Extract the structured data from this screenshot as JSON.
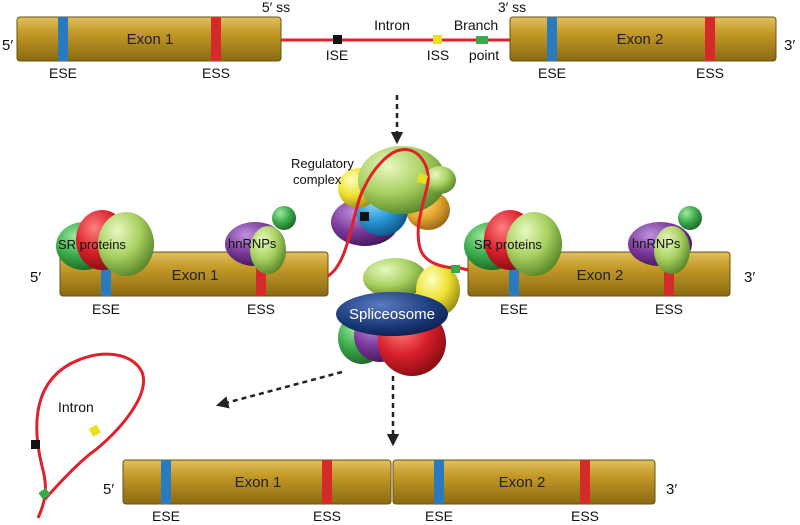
{
  "colors": {
    "exon_fill": "#b8901f",
    "exon_dark": "#8a6a10",
    "intron": "#e0202a",
    "ese": "#2a7ac0",
    "ess": "#d42a2a",
    "ise": "#111111",
    "iss": "#e8e020",
    "branch": "#3caa48",
    "sr_red": "#d8202a",
    "sr_green": "#9cc85a",
    "hn_purple": "#7a3a9a",
    "hn_green": "#5aaa5a",
    "splice_blue": "#1a3a7a",
    "arrow": "#222222"
  },
  "top": {
    "five_prime": "5′",
    "three_prime": "3′",
    "exon1": "Exon 1",
    "exon2": "Exon 2",
    "ese1": "ESE",
    "ess1": "ESS",
    "ese2": "ESE",
    "ess2": "ESS",
    "ss5": "5′ ss",
    "ss3": "3′ ss",
    "intron": "Intron",
    "ise": "ISE",
    "iss": "ISS",
    "branch_line1": "Branch",
    "branch_line2": "point"
  },
  "middle": {
    "five_prime": "5′",
    "three_prime": "3′",
    "exon1": "Exon 1",
    "exon2": "Exon 2",
    "ese1": "ESE",
    "ess1": "ESS",
    "ese2": "ESE",
    "ess2": "ESS",
    "sr1": "SR proteins",
    "hn1": "hnRNPs",
    "sr2": "SR proteins",
    "hn2": "hnRNPs",
    "reg_line1": "Regulatory",
    "reg_line2": "complex",
    "spliceosome": "Spliceosome"
  },
  "bottom": {
    "five_prime": "5′",
    "three_prime": "3′",
    "exon1": "Exon 1",
    "exon2": "Exon 2",
    "ese1": "ESE",
    "ess1": "ESS",
    "ese2": "ESE",
    "ess2": "ESS",
    "intron": "Intron"
  }
}
